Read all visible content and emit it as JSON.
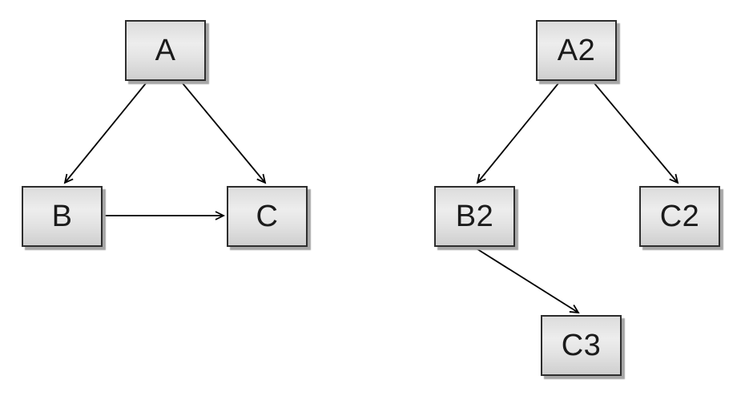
{
  "page": {
    "background_color": "#ffffff"
  },
  "diagram": {
    "style": {
      "node_border_color": "#2e2e2e",
      "node_fill_top": "#dcdcdc",
      "node_fill_highlight": "#ededed",
      "node_fill_bottom": "#cfcfcf",
      "node_shadow_color": "#a6a6a6",
      "edge_color": "#000000",
      "label_color": "#1b1b1b",
      "arrowhead_style": "open-v"
    },
    "left": {
      "nodes": [
        {
          "id": "A",
          "label": "A"
        },
        {
          "id": "B",
          "label": "B"
        },
        {
          "id": "C",
          "label": "C"
        }
      ],
      "edges": [
        {
          "from": "A",
          "to": "B"
        },
        {
          "from": "A",
          "to": "C"
        },
        {
          "from": "B",
          "to": "C"
        }
      ]
    },
    "right": {
      "nodes": [
        {
          "id": "A2",
          "label": "A2"
        },
        {
          "id": "B2",
          "label": "B2"
        },
        {
          "id": "C2",
          "label": "C2"
        },
        {
          "id": "C3",
          "label": "C3"
        }
      ],
      "edges": [
        {
          "from": "A2",
          "to": "B2"
        },
        {
          "from": "A2",
          "to": "C2"
        },
        {
          "from": "B2",
          "to": "C3"
        }
      ]
    }
  }
}
